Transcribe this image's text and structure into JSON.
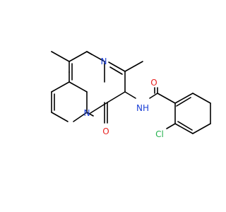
{
  "atoms": {
    "n1": {
      "text": "N",
      "color": "#1a3fd6"
    },
    "n2": {
      "text": "N",
      "color": "#1a3fd6"
    },
    "nh": {
      "text": "NH",
      "color": "#1a3fd6"
    },
    "o1": {
      "text": "O",
      "color": "#e8201f"
    },
    "o2": {
      "text": "O",
      "color": "#e8201f"
    },
    "cl": {
      "text": "Cl",
      "color": "#22b14c"
    }
  }
}
